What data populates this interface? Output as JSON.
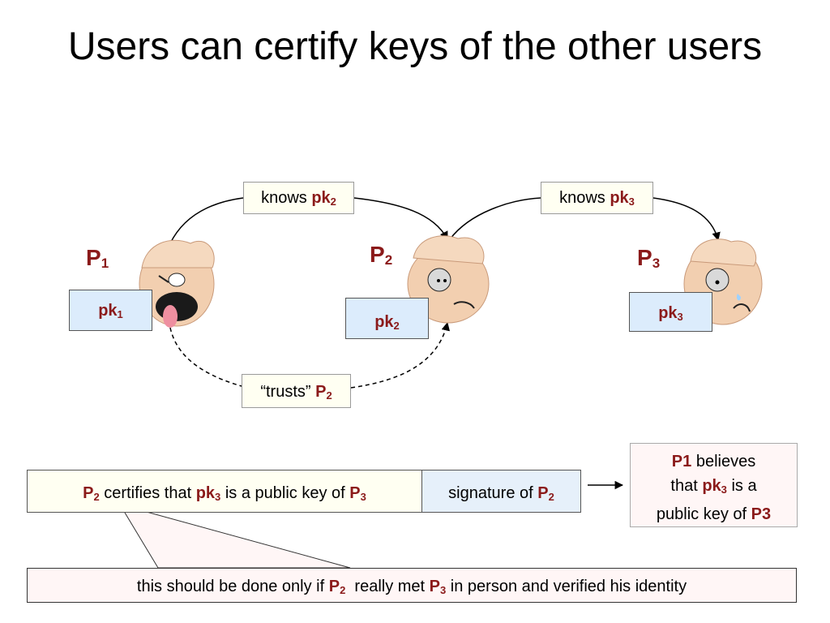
{
  "title": "Users can certify keys of the other users",
  "parties": [
    {
      "p": "P",
      "p_sub": "1",
      "pk": "pk",
      "pk_sub": "1"
    },
    {
      "p": "P",
      "p_sub": "2",
      "pk": "pk",
      "pk_sub": "2"
    },
    {
      "p": "P",
      "p_sub": "3",
      "pk": "pk",
      "pk_sub": "3"
    }
  ],
  "knows_1": {
    "text": "knows ",
    "key": "pk",
    "sub": "2"
  },
  "knows_2": {
    "text": "knows ",
    "key": "pk",
    "sub": "3"
  },
  "trusts": {
    "text": "“trusts” ",
    "key": "P",
    "sub": "2"
  },
  "certificate": {
    "p": "P",
    "p_sub": "2",
    "mid1": " certifies that ",
    "pk": "pk",
    "pk_sub": "3",
    "mid2": " is a public key of ",
    "p3": "P",
    "p3_sub": "3",
    "sig_text": "signature of ",
    "sig_p": "P",
    "sig_sub": "2"
  },
  "belief": {
    "p1": "P1",
    "t1": " believes",
    "t2": "that ",
    "pk": "pk",
    "pk_sub": "3",
    "t3": " is a",
    "t4": "public key of ",
    "p3": "P3"
  },
  "note": {
    "t1": "this should be done only if ",
    "p2": "P",
    "p2_sub": "2",
    "t2": "  really met ",
    "p3": "P",
    "p3_sub": "3",
    "t3": " in person and verified his identity"
  },
  "colors": {
    "accent": "#8b1a1a",
    "pk_fill": "#dcecfc",
    "box_fill": "#fffff2",
    "note_fill": "#fff6f6"
  }
}
